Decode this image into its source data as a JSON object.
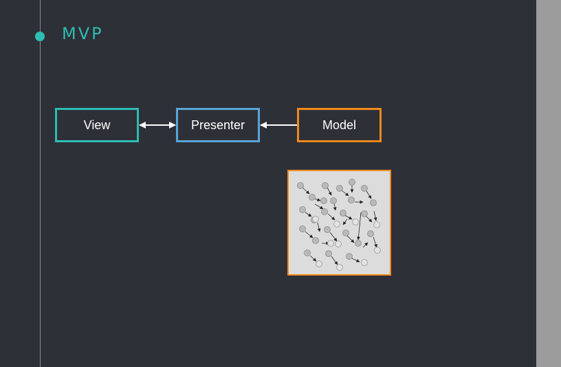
{
  "header": {
    "title": "MVP"
  },
  "diagram": {
    "boxes": [
      {
        "id": "view",
        "label": "View",
        "color": "#2dbdb2"
      },
      {
        "id": "presenter",
        "label": "Presenter",
        "color": "#5aa5d8"
      },
      {
        "id": "model",
        "label": "Model",
        "color": "#f28a1d"
      }
    ],
    "connections": [
      {
        "from": "View",
        "to": "Presenter",
        "direction": "bidirectional"
      },
      {
        "from": "Model",
        "to": "Presenter",
        "direction": "one-way"
      }
    ],
    "model_thumbnail": "graph-of-nodes-icon"
  },
  "colors": {
    "background": "#2e3038",
    "accent": "#2dbdb2",
    "scrollbar": "#9b9b9b"
  }
}
